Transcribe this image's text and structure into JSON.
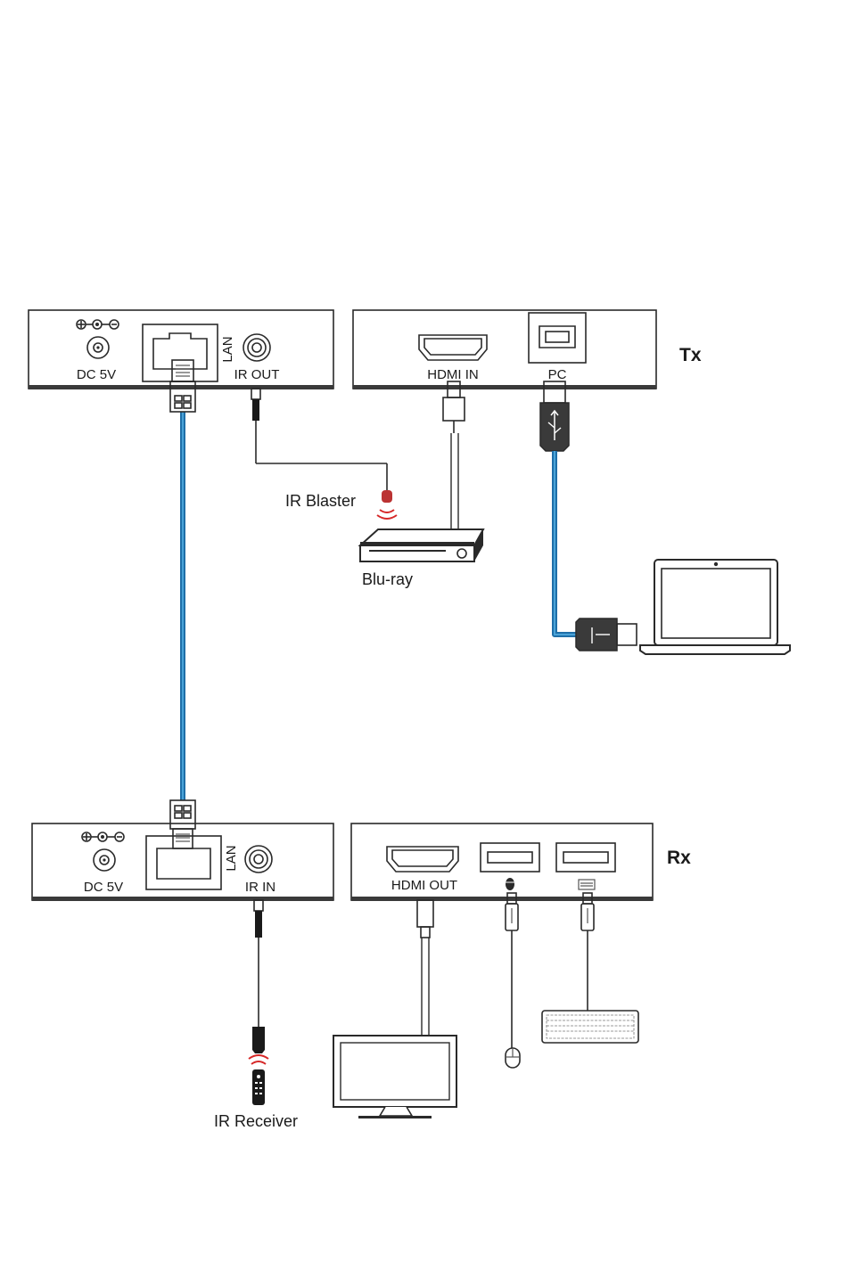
{
  "tx": {
    "title": "Tx",
    "dc_label": "DC 5V",
    "lan_label": "LAN",
    "ir_port_label": "IR OUT",
    "hdmi_label": "HDMI IN",
    "usb_label": "PC"
  },
  "rx": {
    "title": "Rx",
    "dc_label": "DC 5V",
    "lan_label": "LAN",
    "ir_port_label": "IR IN",
    "hdmi_label": "HDMI OUT"
  },
  "devices": {
    "ir_blaster": "IR Blaster",
    "bluray": "Blu-ray",
    "ir_receiver": "IR Receiver"
  },
  "colors": {
    "cable_blue": "#1f6fa8",
    "ir_red": "#d62828"
  },
  "icons": [
    "dc-polarity-icon",
    "rj45-icon",
    "hdmi-icon",
    "usb-b-icon",
    "usb-icon",
    "laptop-icon",
    "monitor-icon",
    "keyboard-icon",
    "mouse-icon",
    "remote-icon",
    "bluray-player-icon"
  ]
}
